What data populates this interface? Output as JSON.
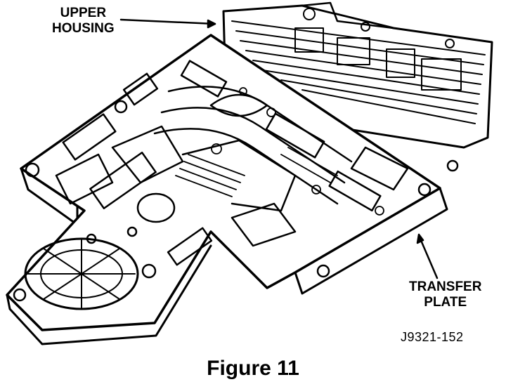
{
  "labels": {
    "upper_housing_line1": "UPPER",
    "upper_housing_line2": "HOUSING",
    "transfer_plate_line1": "TRANSFER",
    "transfer_plate_line2": "PLATE",
    "part_code": "J9321-152"
  },
  "caption": "Figure 11"
}
